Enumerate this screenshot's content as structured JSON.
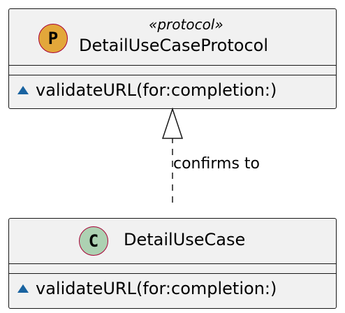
{
  "protocol_class": {
    "badge_letter": "P",
    "badge_color": "#e3a73a",
    "stereotype": "«protocol»",
    "name": "DetailUseCaseProtocol",
    "members": [
      {
        "visibility": "package",
        "signature": "validateURL(for:completion:)"
      }
    ]
  },
  "impl_class": {
    "badge_letter": "C",
    "badge_color": "#add1b2",
    "name": "DetailUseCase",
    "members": [
      {
        "visibility": "package",
        "signature": "validateURL(for:completion:)"
      }
    ]
  },
  "relation": {
    "type": "realization",
    "label": "confirms to"
  }
}
